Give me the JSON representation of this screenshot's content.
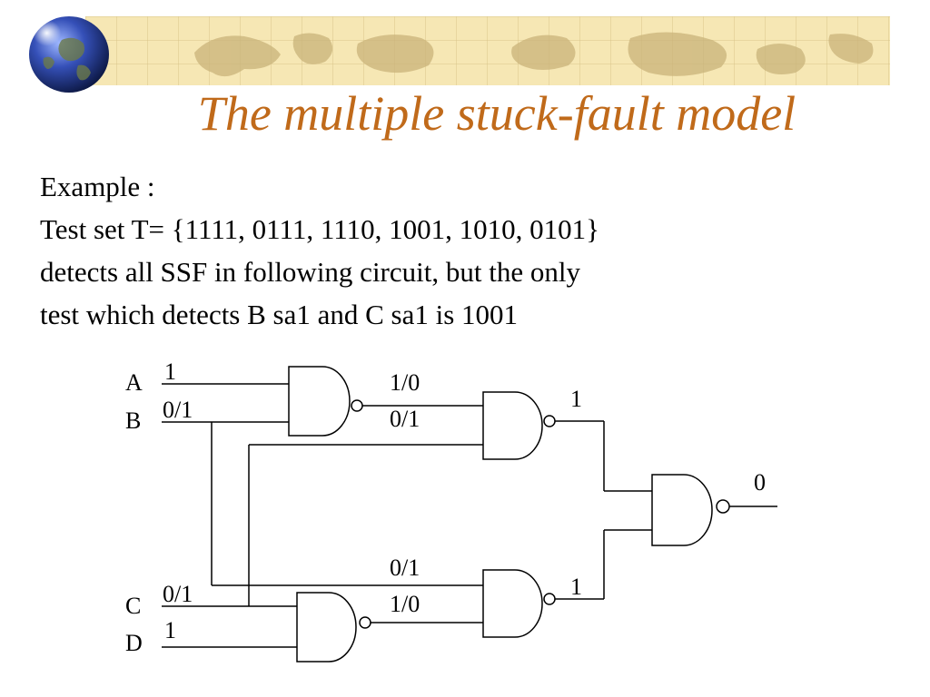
{
  "slide": {
    "title": "The multiple stuck-fault model",
    "body_lines": [
      "Example :",
      "Test set T= {1111, 0111, 1110, 1001, 1010, 0101}",
      "detects all SSF in following circuit, but the only",
      "test which detects B sa1 and C sa1 is 1001"
    ]
  },
  "circuit": {
    "inputs": {
      "A": {
        "name": "A",
        "value": "1"
      },
      "B": {
        "name": "B",
        "value": "0/1"
      },
      "C": {
        "name": "C",
        "value": "0/1"
      },
      "D": {
        "name": "D",
        "value": "1"
      }
    },
    "gate1_output": "1/0",
    "gate2_input_lower": "0/1",
    "gate2_output": "1",
    "gate4_input_upper": "0/1",
    "gate4_input_lower": "1/0",
    "gate4_output": "1",
    "final_output": "0",
    "gate_type": "NAND"
  },
  "colors": {
    "title": "#c06a1a",
    "banner_bg": "#f6e7b4",
    "banner_map": "#c9b37a"
  },
  "icons": {
    "logo": "globe-icon",
    "banner": "world-map-banner"
  }
}
